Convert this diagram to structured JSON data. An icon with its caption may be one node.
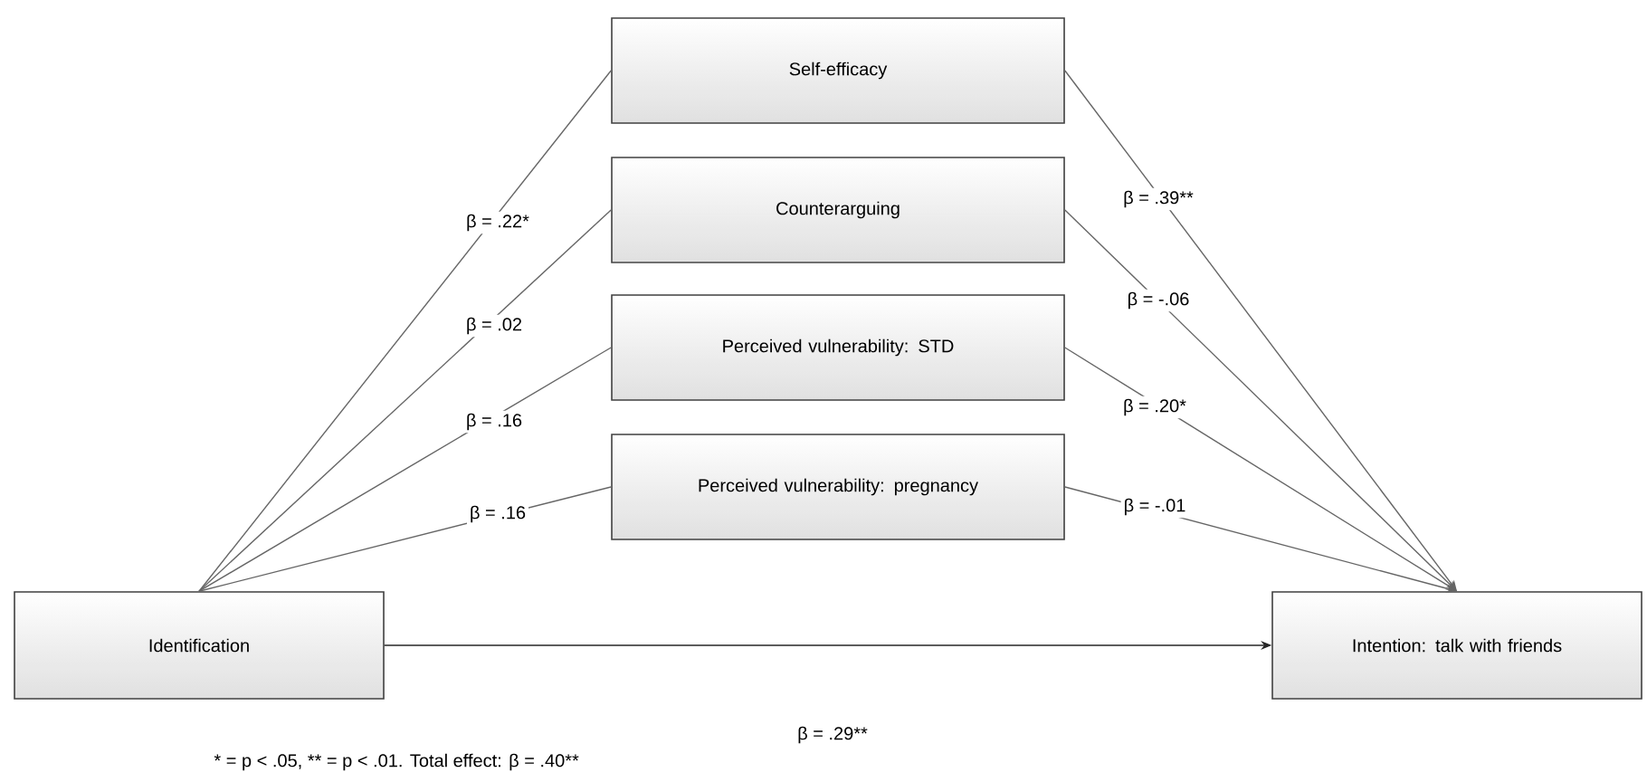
{
  "diagram": {
    "nodes": [
      {
        "text": [
          "Identification"
        ]
      },
      {
        "text": [
          "Self-efficacy"
        ]
      },
      {
        "text": [
          "Counterarguing"
        ]
      },
      {
        "text": [
          "Perceived vulnerability: STD"
        ]
      },
      {
        "text": [
          "Perceived vulnerability: pregnancy"
        ]
      },
      {
        "text": [
          "Intention: talk with friends"
        ]
      }
    ],
    "edges": [
      {
        "from": 0,
        "to": 1,
        "arrow": "none",
        "label": "β = .22*"
      },
      {
        "from": 0,
        "to": 2,
        "arrow": "none",
        "label": "β = .02"
      },
      {
        "from": 0,
        "to": 3,
        "arrow": "none",
        "label": "β = .16"
      },
      {
        "from": 0,
        "to": 4,
        "arrow": "none",
        "label": "β = .16"
      },
      {
        "from": 1,
        "to": 5,
        "arrow": "to",
        "label": "β = .39**"
      },
      {
        "from": 2,
        "to": 5,
        "arrow": "to",
        "label": "β = -.06"
      },
      {
        "from": 3,
        "to": 5,
        "arrow": "to",
        "label": "β = .20*"
      },
      {
        "from": 4,
        "to": 5,
        "arrow": "to",
        "label": "β = -.01"
      },
      {
        "from": 0,
        "to": 5,
        "arrow": "to",
        "label": "β = .29**"
      }
    ],
    "labels": [
      "* = p < .05, ** = p < .01. Total effect: β = .40**"
    ]
  }
}
